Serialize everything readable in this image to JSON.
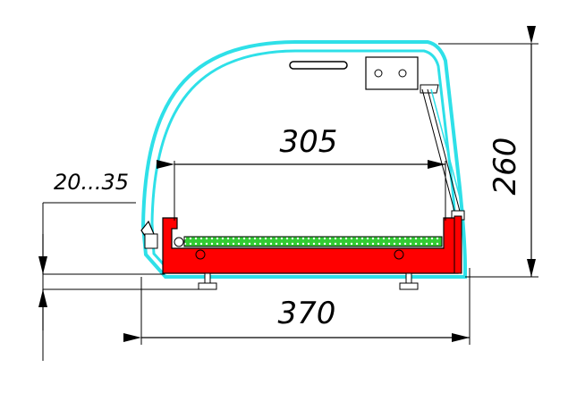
{
  "dimensions": {
    "inner_width": "305",
    "outer_width": "370",
    "height": "260",
    "leg_adjust": "20...35"
  },
  "colors": {
    "glass": "#2ee0e8",
    "tray": "#ff0000",
    "product_surface": "#33cc33",
    "line": "#000000"
  }
}
